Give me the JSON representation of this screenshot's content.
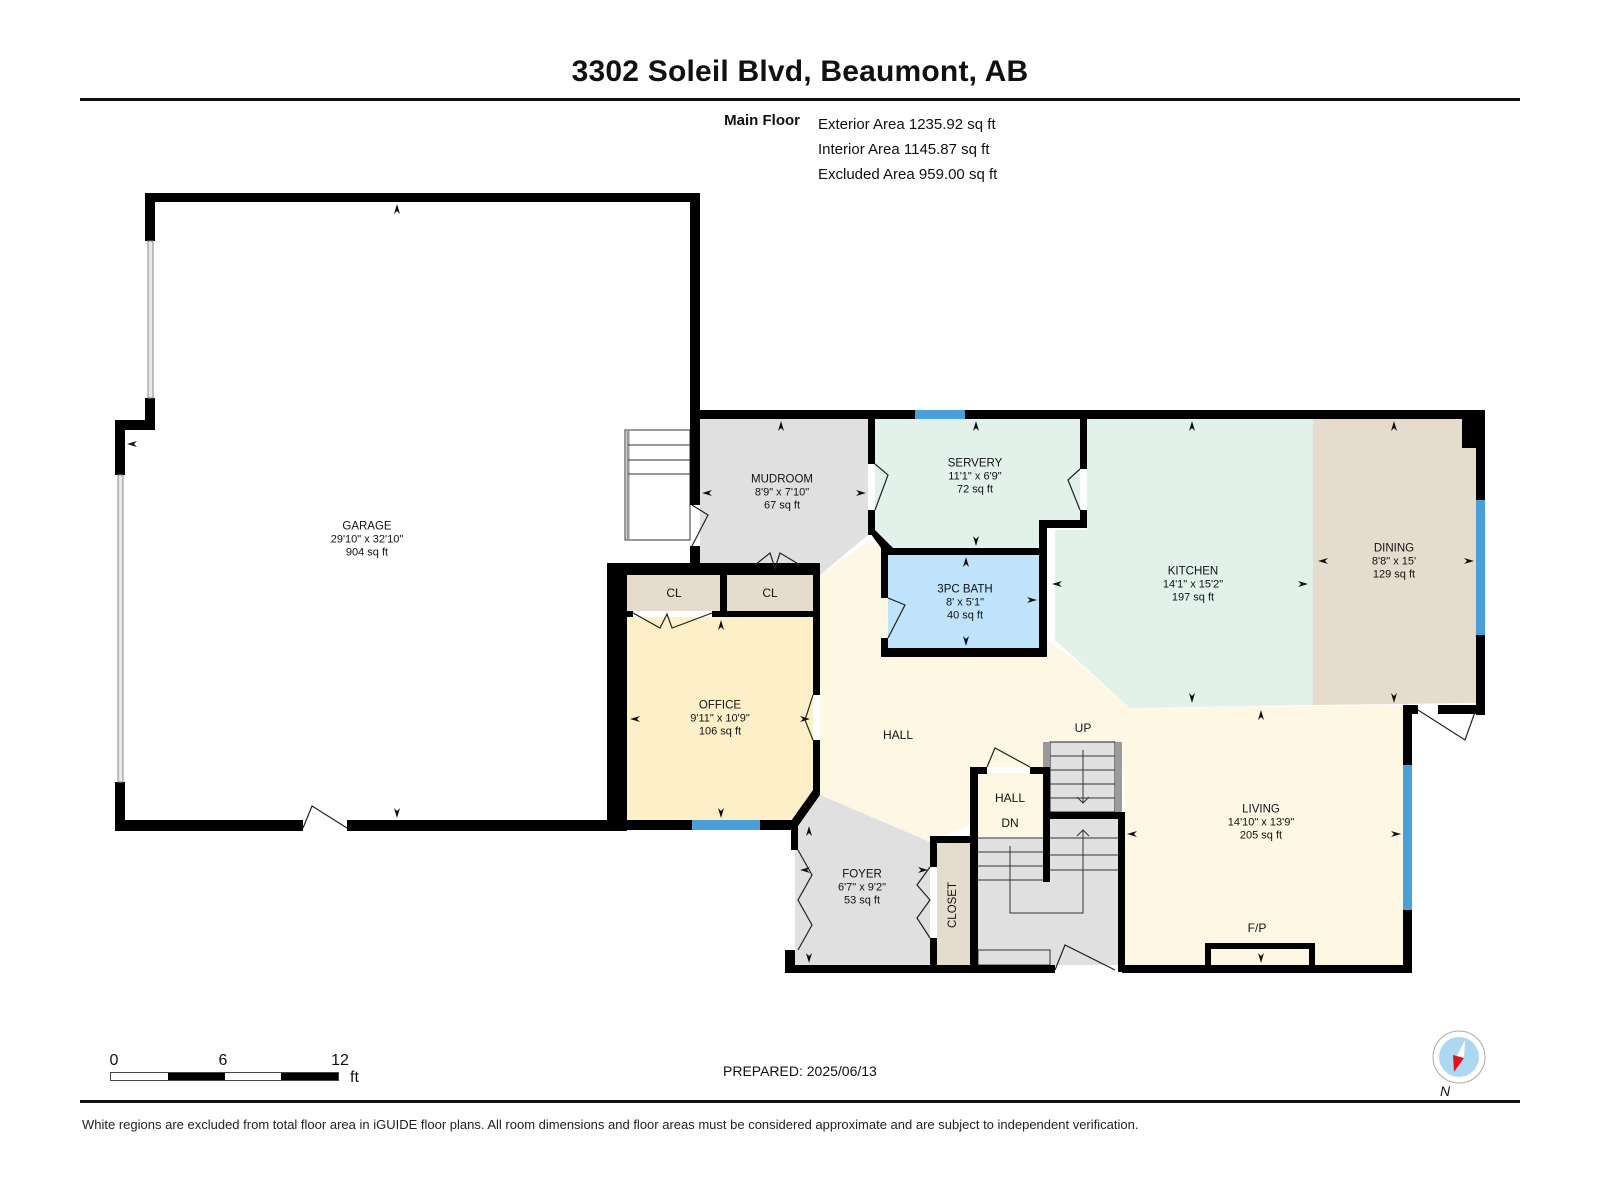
{
  "header": {
    "title": "3302 Soleil Blvd, Beaumont, AB",
    "floor_name": "Main Floor",
    "areas": {
      "exterior": "Exterior Area 1235.92 sq ft",
      "interior": "Interior Area 1145.87 sq ft",
      "excluded": "Excluded Area 959.00 sq ft"
    }
  },
  "rooms": {
    "garage": {
      "name": "GARAGE",
      "dims": "29'10\" x 32'10\"",
      "area": "904 sq ft"
    },
    "mudroom": {
      "name": "MUDROOM",
      "dims": "8'9\" x 7'10\"",
      "area": "67 sq ft"
    },
    "servery": {
      "name": "SERVERY",
      "dims": "11'1\" x 6'9\"",
      "area": "72 sq ft"
    },
    "bath": {
      "name": "3PC BATH",
      "dims": "8' x 5'1\"",
      "area": "40 sq ft"
    },
    "kitchen": {
      "name": "KITCHEN",
      "dims": "14'1\" x 15'2\"",
      "area": "197 sq ft"
    },
    "dining": {
      "name": "DINING",
      "dims": "8'8\" x 15'",
      "area": "129 sq ft"
    },
    "office": {
      "name": "OFFICE",
      "dims": "9'11\" x 10'9\"",
      "area": "106 sq ft"
    },
    "foyer": {
      "name": "FOYER",
      "dims": "6'7\" x 9'2\"",
      "area": "53 sq ft"
    },
    "living": {
      "name": "LIVING",
      "dims": "14'10\" x 13'9\"",
      "area": "205 sq ft"
    }
  },
  "labels": {
    "closet1": "CL",
    "closet2": "CL",
    "hall_main": "HALL",
    "hall_small": "HALL",
    "stairs_down": "DN",
    "stairs_up": "UP",
    "closet_foyer": "CLOSET",
    "fireplace": "F/P"
  },
  "colors": {
    "wall": "#000000",
    "garage": "#ffffff",
    "mudroom": "#e0e0e0",
    "servery": "#e3f1eb",
    "kitchen": "#e3f1eb",
    "dining": "#e6dccd",
    "bath": "#bfe3fa",
    "office": "#fdf0c8",
    "hall": "#fdf7e3",
    "closet": "#e6dccd",
    "foyer": "#e0e0e0",
    "window": "#4a9fd8"
  },
  "scale_bar": {
    "ticks": [
      "0",
      "6",
      "12"
    ],
    "unit": "ft"
  },
  "prepared": "PREPARED: 2025/06/13",
  "compass": {
    "label": "N"
  },
  "footer": "White regions are excluded from total floor area in iGUIDE floor plans. All room dimensions and floor areas must be considered approximate and are subject to independent verification."
}
